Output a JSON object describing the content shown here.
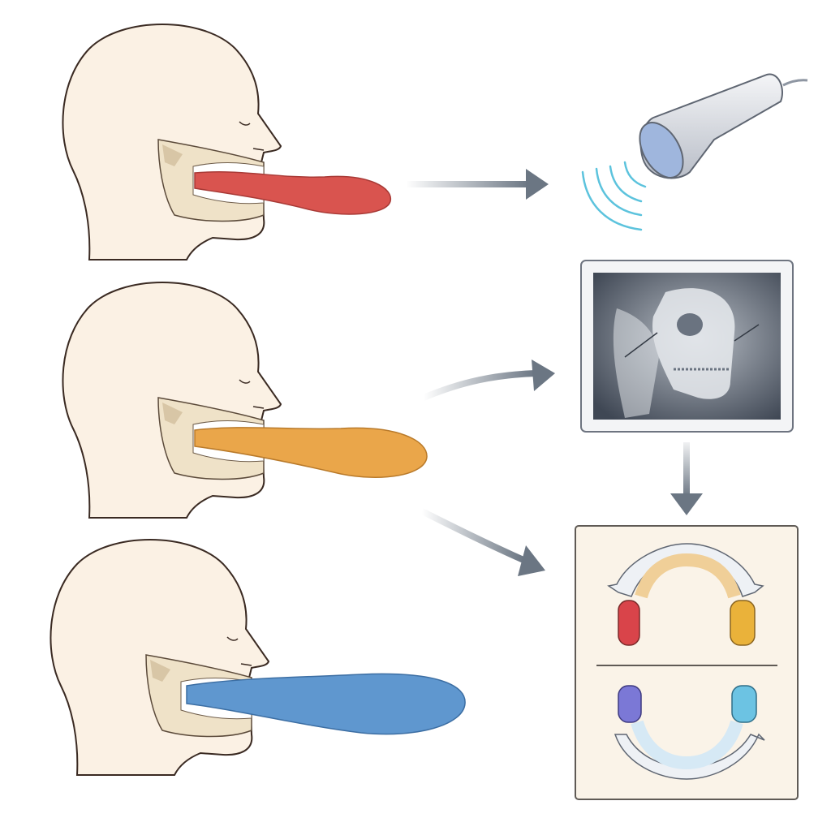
{
  "figure": {
    "background": "#ffffff",
    "skin_color": "#fbf1e4",
    "outline_color": "#3a2a22",
    "arrow_color": "#6b7683",
    "heads": [
      {
        "name": "head-red-tongue",
        "tongue_color": "#d9544f"
      },
      {
        "name": "head-orange-tongue",
        "tongue_color": "#eaa64a"
      },
      {
        "name": "head-blue-tongue",
        "tongue_color": "#5f97cf"
      }
    ],
    "devices": {
      "ultrasound_probe": {
        "icon": "ultrasound-probe-icon",
        "wave_color": "#5cc3dd"
      },
      "xray_monitor": {
        "icon": "xray-skull-icon"
      },
      "dental_arch_panel": {
        "icon": "dental-arch-icon",
        "upper_end_colors": [
          "#d9444a",
          "#eab23a"
        ],
        "lower_end_colors": [
          "#7b78d6",
          "#6cc3e3"
        ]
      }
    }
  }
}
